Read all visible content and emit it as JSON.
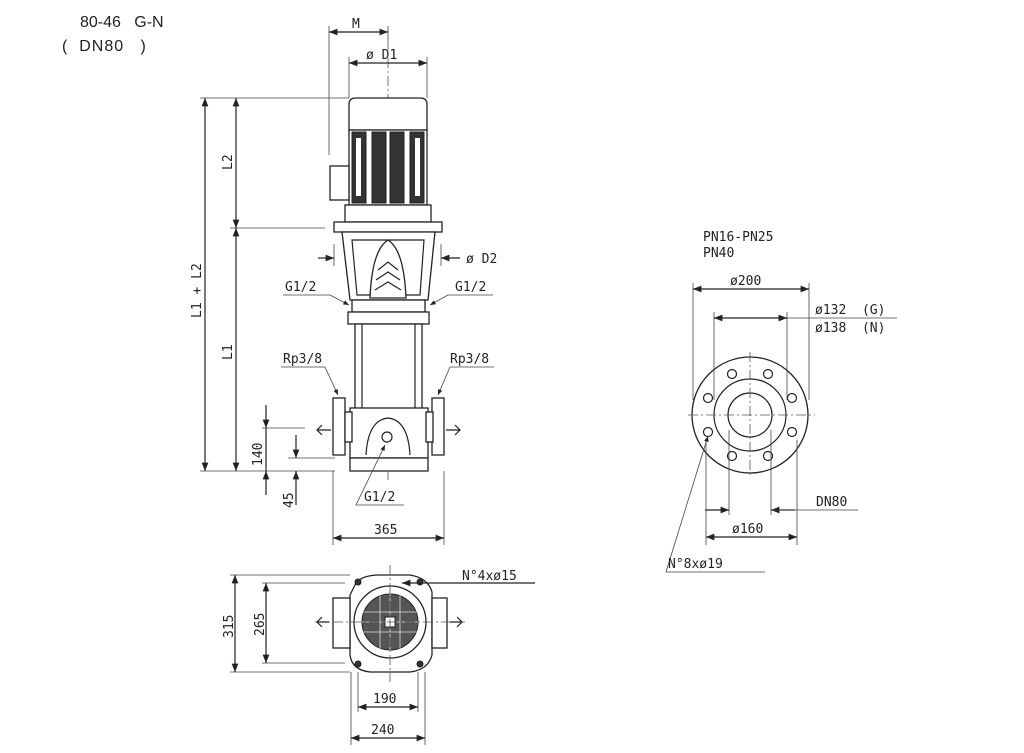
{
  "header": {
    "model": "80-46   G-N",
    "size": "(  DN80   )"
  },
  "side_view": {
    "M": "M",
    "D1": "ø D1",
    "D2": "ø D2",
    "L2": "L2",
    "L1": "L1",
    "L1L2": "L1 + L2",
    "g_left": "G1/2",
    "g_right": "G1/2",
    "g_bottom": "G1/2",
    "rp_left": "Rp3/8",
    "rp_right": "Rp3/8",
    "dim_140": "140",
    "dim_45": "45",
    "dim_365": "365"
  },
  "base_view": {
    "dim_315": "315",
    "dim_265": "265",
    "dim_190": "190",
    "dim_240": "240",
    "holes": "N°4xø15"
  },
  "flange_view": {
    "pressure_1": "PN16-PN25",
    "pressure_2": "PN40",
    "d200": "ø200",
    "d132": "ø132  (G)",
    "d138": "ø138  (N)",
    "dn": "DN80",
    "d160": "ø160",
    "holes": "N°8xø19"
  }
}
